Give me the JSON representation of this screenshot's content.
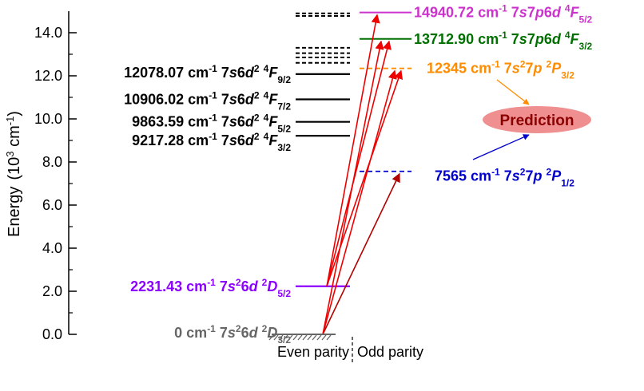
{
  "axis": {
    "ylabel": "Energy",
    "yunit": "(10",
    "yunit_exp": "3",
    "yunit_tail": " cm",
    "yunit_tail_exp": "-1",
    "yunit_close": ")",
    "ylim": [
      0,
      15.0
    ],
    "ticks": [
      "0.0",
      "2.0",
      "4.0",
      "6.0",
      "8.0",
      "10.0",
      "12.0",
      "14.0"
    ],
    "tick_values": [
      0,
      2,
      4,
      6,
      8,
      10,
      12,
      14
    ]
  },
  "parity": {
    "even": "Even parity",
    "odd": "Odd parity"
  },
  "prediction_label": "Prediction",
  "unit": "cm",
  "unit_exp": "-1",
  "levels_even": [
    {
      "energy": 0,
      "value": "0",
      "color": "#666666",
      "config": "7s²6d",
      "term_mult": "2",
      "term_L": "D",
      "term_J": "3/2"
    },
    {
      "energy": 2231.43,
      "value": "2231.43",
      "color": "#8b00ff",
      "config": "7s²6d",
      "term_mult": "2",
      "term_L": "D",
      "term_J": "5/2"
    },
    {
      "energy": 9217.28,
      "value": "9217.28",
      "color": "#000000",
      "config": "7s6d²",
      "term_mult": "4",
      "term_L": "F",
      "term_J": "3/2"
    },
    {
      "energy": 9863.59,
      "value": "9863.59",
      "color": "#000000",
      "config": "7s6d²",
      "term_mult": "4",
      "term_L": "F",
      "term_J": "5/2"
    },
    {
      "energy": 10906.02,
      "value": "10906.02",
      "color": "#000000",
      "config": "7s6d²",
      "term_mult": "4",
      "term_L": "F",
      "term_J": "7/2"
    },
    {
      "energy": 12078.07,
      "value": "12078.07",
      "color": "#000000",
      "config": "7s6d²",
      "term_mult": "4",
      "term_L": "F",
      "term_J": "9/2"
    }
  ],
  "levels_odd": [
    {
      "energy": 13712.9,
      "value": "13712.90",
      "color": "#007000",
      "config": "7s7p6d",
      "term_mult": "4",
      "term_L": "F",
      "term_J": "3/2",
      "style": "solid"
    },
    {
      "energy": 14940.72,
      "value": "14940.72",
      "color": "#cc33cc",
      "config": "7s7p6d",
      "term_mult": "4",
      "term_L": "F",
      "term_J": "5/2",
      "style": "solid"
    },
    {
      "energy": 12345,
      "value": "12345",
      "color": "#ff8c00",
      "config": "7s²7p",
      "term_mult": "2",
      "term_L": "P",
      "term_J": "3/2",
      "style": "dashed"
    },
    {
      "energy": 7565,
      "value": "7565",
      "color": "#0000cc",
      "config": "7s²7p",
      "term_mult": "2",
      "term_L": "P",
      "term_J": "1/2",
      "style": "dashed"
    }
  ],
  "unlabeled_even_dashed": [
    12600,
    12850,
    13050,
    13300,
    14780,
    14900
  ],
  "transitions": [
    {
      "from": 0,
      "to": 7565,
      "color": "#b30000"
    },
    {
      "from": 0,
      "to": 12345,
      "color": "#ee0000"
    },
    {
      "from": 0,
      "to": 13712.9,
      "color": "#ee0000"
    },
    {
      "from": 2231.43,
      "to": 12345,
      "color": "#ee0000"
    },
    {
      "from": 2231.43,
      "to": 13712.9,
      "color": "#ee0000"
    },
    {
      "from": 2231.43,
      "to": 14940.72,
      "color": "#ee0000"
    }
  ]
}
